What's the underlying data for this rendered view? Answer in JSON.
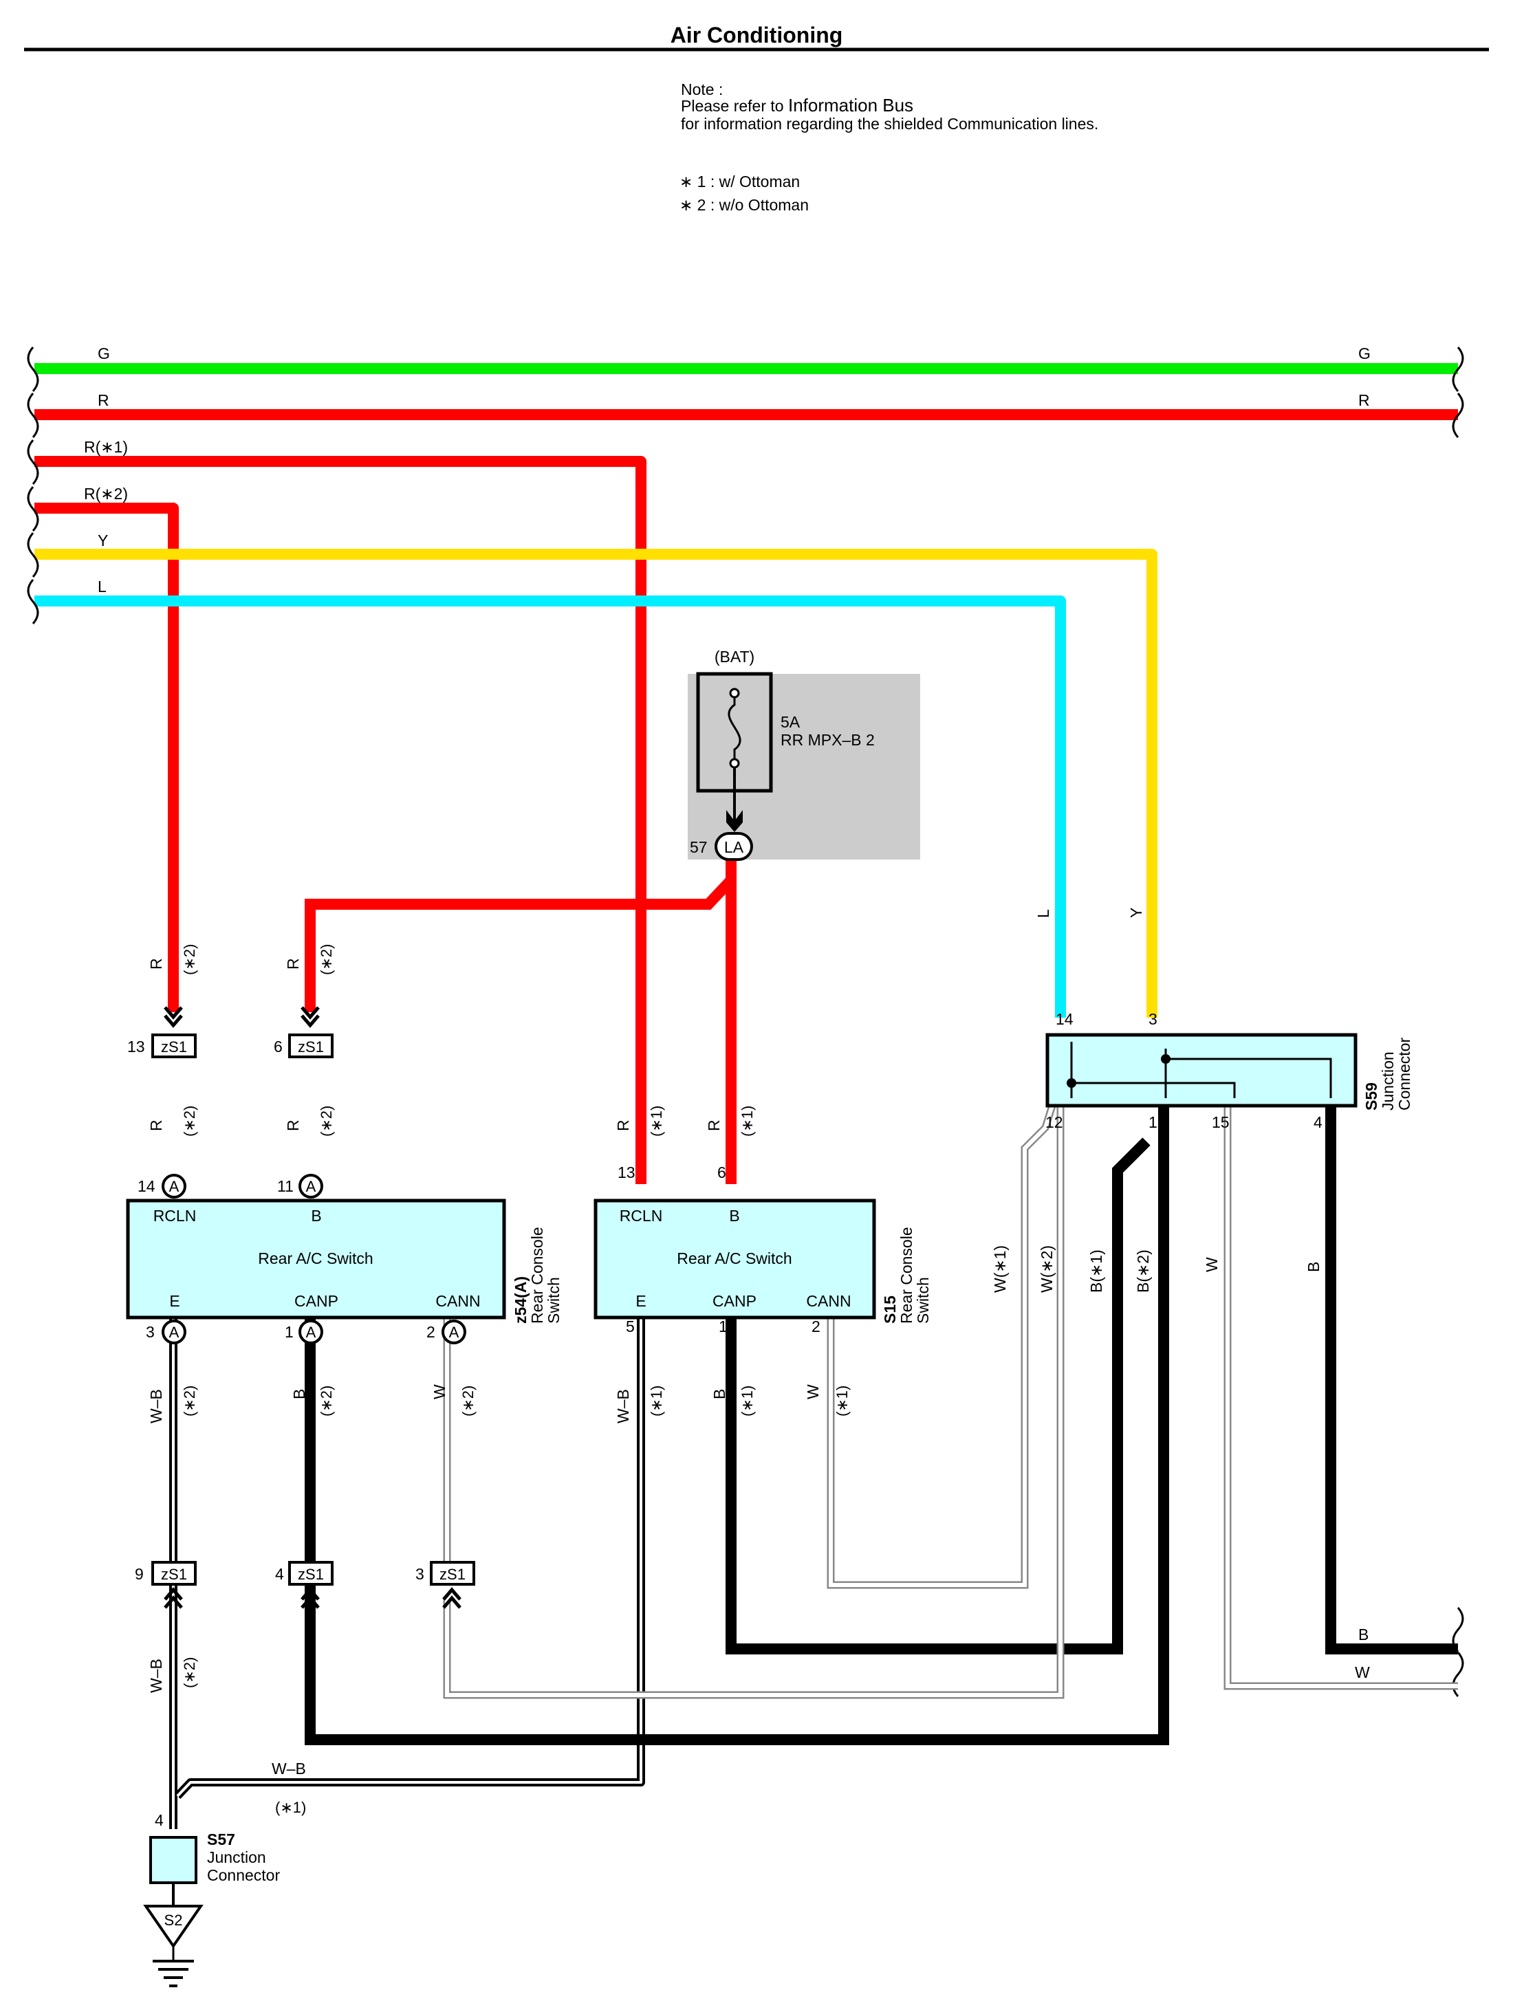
{
  "title": "Air Conditioning",
  "note": {
    "heading": "Note :",
    "line1_prefix": "Please refer to ",
    "line1_link": "Information Bus",
    "line2": "for information regarding the shielded Communication lines.",
    "footnote1": "∗ 1 : w/ Ottoman",
    "footnote2": "∗ 2 : w/o Ottoman"
  },
  "colors": {
    "G": "#00ee00",
    "R": "#ff0000",
    "Y": "#ffe000",
    "L": "#00eeff",
    "B": "#000000",
    "W": "#ffffff",
    "component_fill": "#ccffff",
    "relay_box_fill": "#cccccc"
  },
  "bus_wires": {
    "G": "G",
    "R": "R",
    "R1": "R(∗1)",
    "R2": "R(∗2)",
    "Y": "Y",
    "L": "L"
  },
  "fuse": {
    "source": "(BAT)",
    "rating": "5A",
    "name": "RR MPX–B 2",
    "pin": "57",
    "connector": "LA"
  },
  "switch_z54": {
    "name": "Rear A/C Switch",
    "code": "z54(A)",
    "label_line1": "Rear Console",
    "label_line2": "Switch",
    "pins": {
      "rcln": "RCLN",
      "b": "B",
      "e": "E",
      "canp": "CANP",
      "cann": "CANN",
      "rcln_num": "14",
      "b_num": "11",
      "e_num": "3",
      "canp_num": "1",
      "cann_num": "2",
      "conn": "A"
    }
  },
  "switch_s15": {
    "name": "Rear A/C Switch",
    "code": "S15",
    "label_line1": "Rear Console",
    "label_line2": "Switch",
    "pins": {
      "rcln": "RCLN",
      "b": "B",
      "e": "E",
      "canp": "CANP",
      "cann": "CANN",
      "rcln_num": "13",
      "b_num": "6",
      "e_num": "5",
      "canp_num": "1",
      "cann_num": "2"
    }
  },
  "s59": {
    "code": "S59",
    "label_line1": "Junction",
    "label_line2": "Connector",
    "pin14": "14",
    "pin3": "3",
    "pin12": "12",
    "pin1": "1",
    "pin15": "15",
    "pin4": "4"
  },
  "s57": {
    "code": "S57",
    "label_line1": "Junction",
    "label_line2": "Connector",
    "pin": "4"
  },
  "ground": "S2",
  "zs1": {
    "name": "zS1",
    "pin13": "13",
    "pin6": "6",
    "pin9": "9",
    "pin4": "4",
    "pin3": "3"
  },
  "wire_labels": {
    "R": "R",
    "B": "B",
    "W": "W",
    "WB": "W–B",
    "L": "L",
    "Y": "Y",
    "n1": "(∗1)",
    "n2": "(∗2)",
    "W1": "W(∗1)",
    "W2": "W(∗2)",
    "B1": "B(∗1)",
    "B2": "B(∗2)"
  },
  "right_exit": {
    "B": "B",
    "W": "W"
  }
}
